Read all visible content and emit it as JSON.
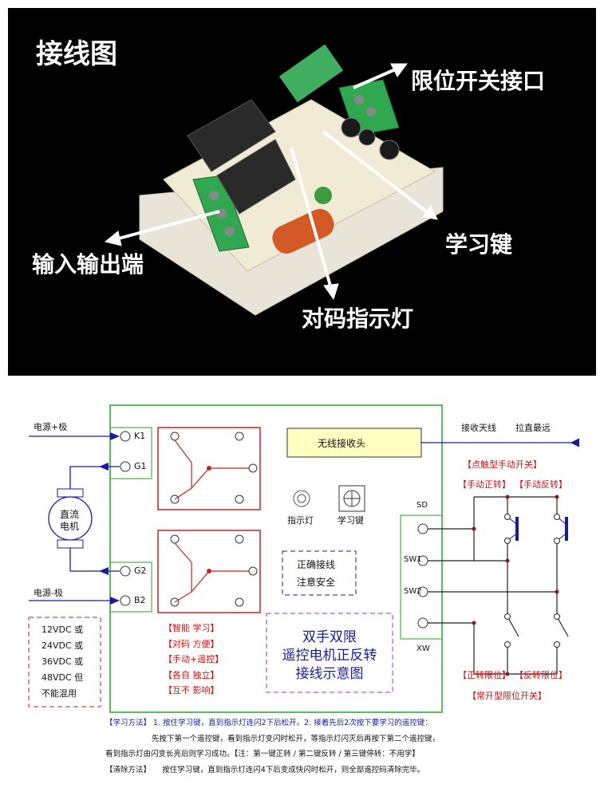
{
  "photo": {
    "title": "接线图",
    "labels": {
      "limit_switch_port": "限位开关接口",
      "io_terminal": "输入输出端",
      "learn_key": "学习键",
      "pairing_indicator": "对码指示灯"
    }
  },
  "diagram": {
    "terminals_left": [
      "K1",
      "G1",
      "G2",
      "B2"
    ],
    "terminals_right": [
      "SD",
      "SW1",
      "SW2",
      "XW"
    ],
    "power_pos": "电源+极",
    "power_neg": "电源-极",
    "motor_line1": "直流",
    "motor_line2": "电机",
    "receiver": "无线接收头",
    "antenna": "接收天线",
    "antenna_note": "拉直最远",
    "indicator": "指示灯",
    "learn_key": "学习键",
    "safety_line1": "正确接线",
    "safety_line2": "注意安全",
    "voltage_lines": [
      "12VDC 或",
      "24VDC 或",
      "36VDC 或",
      "48VDC 但",
      "不能混用"
    ],
    "features": [
      "【智能 学习】",
      "【对码 方便】",
      "【手动+遥控】",
      "【各自 独立】",
      "【互不 影响】"
    ],
    "title_lines": [
      "双手双限",
      "遥控电机正反转",
      "接线示意图"
    ],
    "manual_switch_type": "【点触型手动开关】",
    "manual_forward": "【手动正转】",
    "manual_reverse": "【手动反转】",
    "limit_forward": "【正转限位】",
    "limit_reverse": "【反转限位】",
    "limit_type": "【常开型限位开关】",
    "instructions": [
      "【学习方法】 1. 按住学习键，直到指示灯连闪2下后松开。2. 接着先后2次按下要学习的遥控键：",
      "先按下第一个遥控键，看到指示灯变闪时松开，等指示灯闪灭后再按下第二个遥控键，",
      "看到指示灯由闪变长亮后则学习成功。【注：第一键正转 / 第二键反转 / 第三键停转：不用学】",
      "【清除方法】　　按住学习键，直到指示灯连闪4下后变成快闪时松开，则全部遥控码清除完毕。"
    ]
  },
  "colors": {
    "photo_bg": "#000000",
    "board_border": "#22aa22",
    "relay_red": "#cc2222",
    "wire_blue": "#1a1aa0",
    "receiver_fill": "#ffffc0",
    "accent_red": "#d01010",
    "box_purple": "#aa33aa"
  }
}
